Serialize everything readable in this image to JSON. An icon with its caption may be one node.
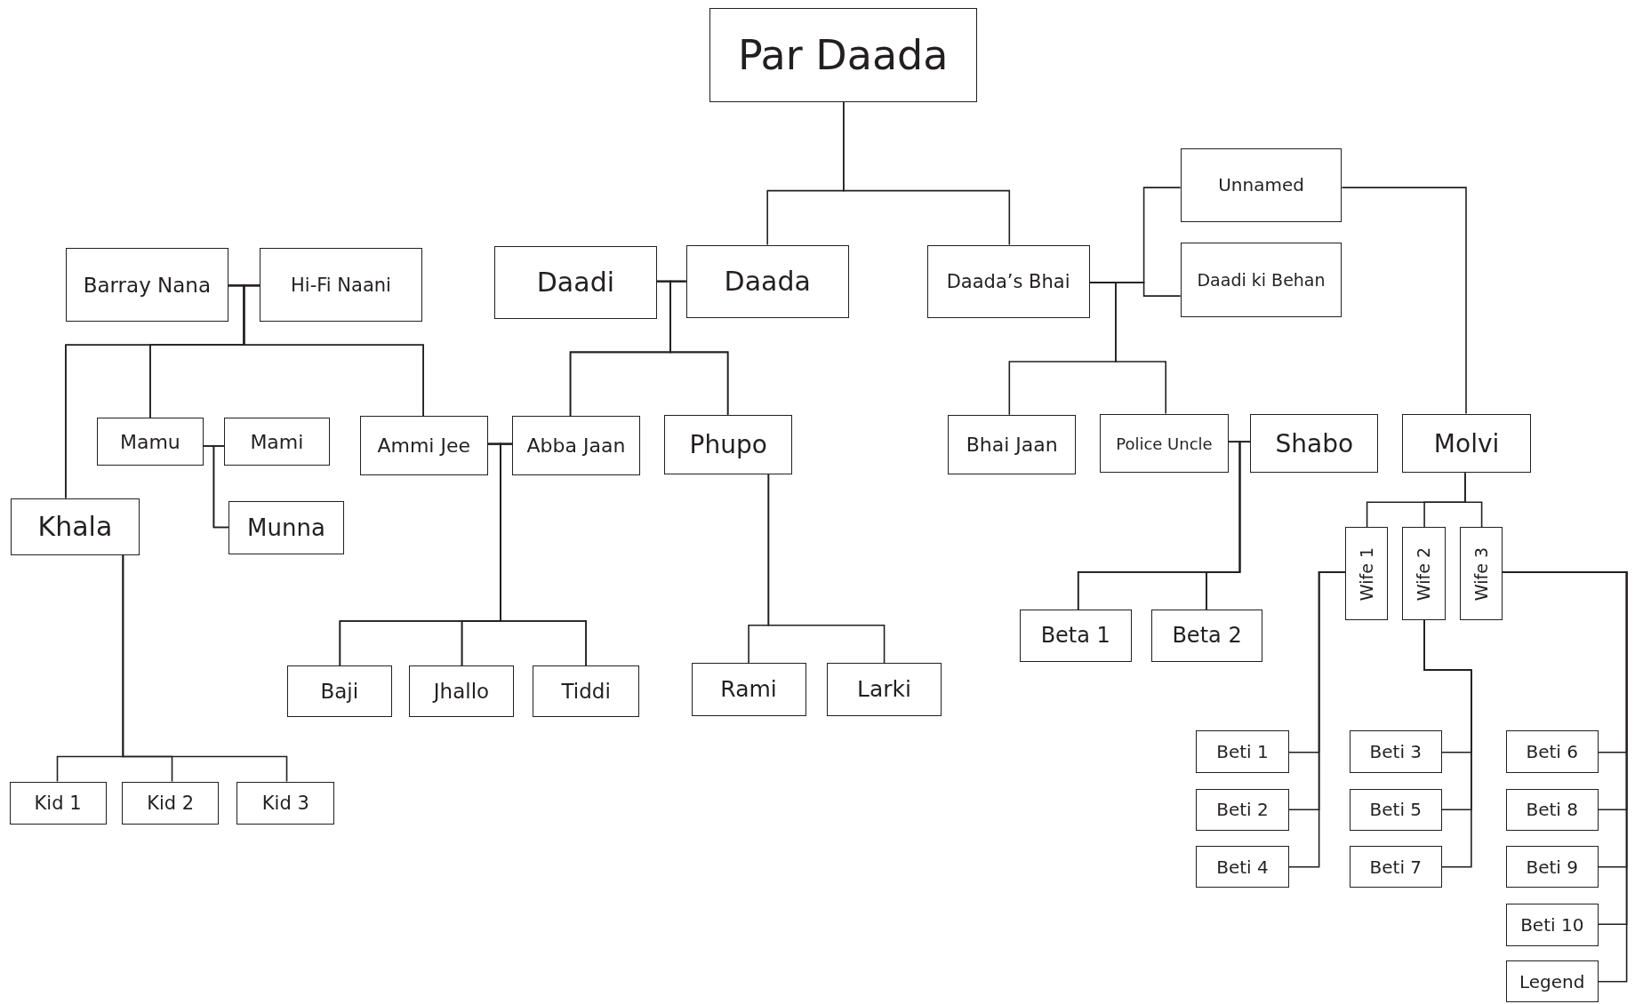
{
  "diagram": {
    "nodes": [
      {
        "text": [
          "Par Daada"
        ]
      },
      {
        "text": [
          "Barray Nana"
        ]
      },
      {
        "text": [
          "Hi-Fi Naani"
        ]
      },
      {
        "text": [
          "Daadi"
        ]
      },
      {
        "text": [
          "Daada"
        ]
      },
      {
        "text": [
          "Daada’s Bhai"
        ]
      },
      {
        "text": [
          "Unnamed"
        ]
      },
      {
        "text": [
          "Daadi ki Behan"
        ]
      },
      {
        "text": [
          "Mamu"
        ]
      },
      {
        "text": [
          "Mami"
        ]
      },
      {
        "text": [
          "Ammi Jee"
        ]
      },
      {
        "text": [
          "Abba Jaan"
        ]
      },
      {
        "text": [
          "Phupo"
        ]
      },
      {
        "text": [
          "Bhai Jaan"
        ]
      },
      {
        "text": [
          "Police Uncle"
        ]
      },
      {
        "text": [
          "Shabo"
        ]
      },
      {
        "text": [
          "Molvi"
        ]
      },
      {
        "text": [
          "Khala"
        ]
      },
      {
        "text": [
          "Munna"
        ]
      },
      {
        "text": [
          "Wife 1"
        ]
      },
      {
        "text": [
          "Wife 2"
        ]
      },
      {
        "text": [
          "Wife 3"
        ]
      },
      {
        "text": [
          "Beta 1"
        ]
      },
      {
        "text": [
          "Beta 2"
        ]
      },
      {
        "text": [
          "Baji"
        ]
      },
      {
        "text": [
          "Jhallo"
        ]
      },
      {
        "text": [
          "Tiddi"
        ]
      },
      {
        "text": [
          "Rami"
        ]
      },
      {
        "text": [
          "Larki"
        ]
      },
      {
        "text": [
          "Kid 1"
        ]
      },
      {
        "text": [
          "Kid 2"
        ]
      },
      {
        "text": [
          "Kid 3"
        ]
      },
      {
        "text": [
          "Beti 1"
        ]
      },
      {
        "text": [
          "Beti 3"
        ]
      },
      {
        "text": [
          "Beti 6"
        ]
      },
      {
        "text": [
          "Beti 2"
        ]
      },
      {
        "text": [
          "Beti 5"
        ]
      },
      {
        "text": [
          "Beti 8"
        ]
      },
      {
        "text": [
          "Beti 4"
        ]
      },
      {
        "text": [
          "Beti 7"
        ]
      },
      {
        "text": [
          "Beti 9"
        ]
      },
      {
        "text": [
          "Beti 10"
        ]
      },
      {
        "text": [
          "Legend"
        ]
      }
    ],
    "edges": [
      {
        "from": 0,
        "to": 4,
        "arrow": "none"
      },
      {
        "from": 0,
        "to": 5,
        "arrow": "none"
      },
      {
        "from": 1,
        "to": 2,
        "arrow": "none"
      },
      {
        "from": 3,
        "to": 4,
        "arrow": "none"
      },
      {
        "from": 5,
        "to": 6,
        "arrow": "none"
      },
      {
        "from": 5,
        "to": 7,
        "arrow": "none"
      },
      {
        "from": 6,
        "to": 16,
        "arrow": "none"
      },
      {
        "from": 1,
        "to": 17,
        "arrow": "none"
      },
      {
        "from": 1,
        "to": 8,
        "arrow": "none"
      },
      {
        "from": 1,
        "to": 10,
        "arrow": "none"
      },
      {
        "from": 2,
        "to": 17,
        "arrow": "none"
      },
      {
        "from": 2,
        "to": 8,
        "arrow": "none"
      },
      {
        "from": 2,
        "to": 10,
        "arrow": "none"
      },
      {
        "from": 3,
        "to": 11,
        "arrow": "none"
      },
      {
        "from": 3,
        "to": 12,
        "arrow": "none"
      },
      {
        "from": 4,
        "to": 11,
        "arrow": "none"
      },
      {
        "from": 4,
        "to": 12,
        "arrow": "none"
      },
      {
        "from": 8,
        "to": 9,
        "arrow": "none"
      },
      {
        "from": 8,
        "to": 18,
        "arrow": "none"
      },
      {
        "from": 9,
        "to": 18,
        "arrow": "none"
      },
      {
        "from": 10,
        "to": 11,
        "arrow": "none"
      },
      {
        "from": 10,
        "to": 24,
        "arrow": "none"
      },
      {
        "from": 10,
        "to": 25,
        "arrow": "none"
      },
      {
        "from": 10,
        "to": 26,
        "arrow": "none"
      },
      {
        "from": 11,
        "to": 24,
        "arrow": "none"
      },
      {
        "from": 11,
        "to": 25,
        "arrow": "none"
      },
      {
        "from": 11,
        "to": 26,
        "arrow": "none"
      },
      {
        "from": 12,
        "to": 27,
        "arrow": "none"
      },
      {
        "from": 12,
        "to": 28,
        "arrow": "none"
      },
      {
        "from": 5,
        "to": 13,
        "arrow": "none"
      },
      {
        "from": 5,
        "to": 14,
        "arrow": "none"
      },
      {
        "from": 14,
        "to": 15,
        "arrow": "none"
      },
      {
        "from": 14,
        "to": 22,
        "arrow": "none"
      },
      {
        "from": 14,
        "to": 23,
        "arrow": "none"
      },
      {
        "from": 15,
        "to": 22,
        "arrow": "none"
      },
      {
        "from": 15,
        "to": 23,
        "arrow": "none"
      },
      {
        "from": 17,
        "to": 29,
        "arrow": "none"
      },
      {
        "from": 17,
        "to": 30,
        "arrow": "none"
      },
      {
        "from": 17,
        "to": 31,
        "arrow": "none"
      },
      {
        "from": 16,
        "to": 19,
        "arrow": "none"
      },
      {
        "from": 16,
        "to": 20,
        "arrow": "none"
      },
      {
        "from": 16,
        "to": 21,
        "arrow": "none"
      },
      {
        "from": 19,
        "to": 32,
        "arrow": "none"
      },
      {
        "from": 19,
        "to": 35,
        "arrow": "none"
      },
      {
        "from": 19,
        "to": 38,
        "arrow": "none"
      },
      {
        "from": 20,
        "to": 33,
        "arrow": "none"
      },
      {
        "from": 20,
        "to": 36,
        "arrow": "none"
      },
      {
        "from": 20,
        "to": 39,
        "arrow": "none"
      },
      {
        "from": 21,
        "to": 34,
        "arrow": "none"
      },
      {
        "from": 21,
        "to": 37,
        "arrow": "none"
      },
      {
        "from": 21,
        "to": 40,
        "arrow": "none"
      },
      {
        "from": 21,
        "to": 41,
        "arrow": "none"
      },
      {
        "from": 21,
        "to": 42,
        "arrow": "none"
      }
    ]
  }
}
